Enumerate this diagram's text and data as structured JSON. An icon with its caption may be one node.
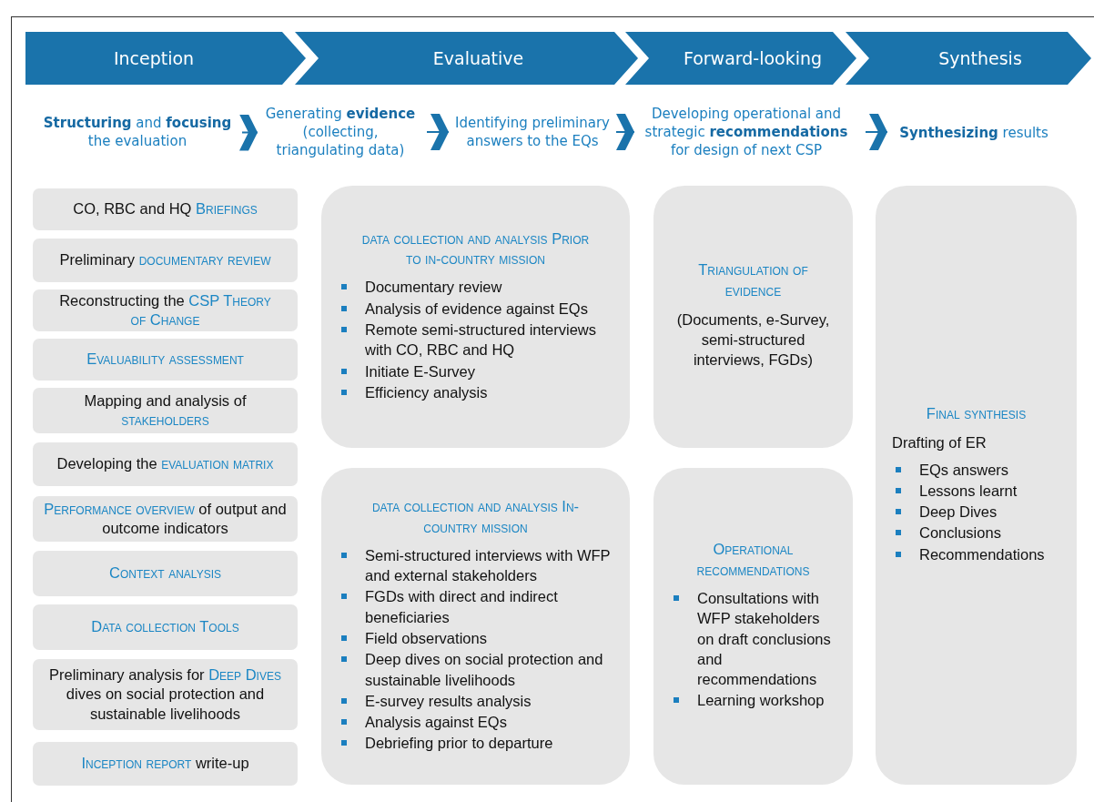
{
  "diagram": {
    "nodes": [
      {
        "text": [
          "Inception"
        ]
      },
      {
        "text": [
          "Evaluative"
        ]
      },
      {
        "text": [
          "Forward-looking"
        ]
      },
      {
        "text": [
          "Synthesis"
        ]
      },
      {
        "text": [
          "**Structuring** and **focusing** the evaluation"
        ]
      },
      {
        "text": [
          "Generating **evidence** (collecting, triangulating data)"
        ]
      },
      {
        "text": [
          "Identifying preliminary answers to the EQs"
        ]
      },
      {
        "text": [
          "Developing operational and strategic **recommendations** for design of next CSP"
        ]
      },
      {
        "text": [
          "**Synthesizing** results"
        ]
      },
      {
        "text": [
          "CO, RBC and HQ **Briefings**"
        ]
      },
      {
        "text": [
          "Preliminary **documentary review**"
        ]
      },
      {
        "text": [
          "Reconstructing the **CSP Theory of Change**"
        ]
      },
      {
        "text": [
          "**Evaluability assessment**"
        ]
      },
      {
        "text": [
          "Mapping and analysis of **stakeholders**"
        ]
      },
      {
        "text": [
          "Developing the **evaluation matrix**"
        ]
      },
      {
        "text": [
          "**Performance overview** of output and outcome indicators"
        ]
      },
      {
        "text": [
          "**Context analysis**"
        ]
      },
      {
        "text": [
          "**Data collection Tools**"
        ]
      },
      {
        "text": [
          "Preliminary analysis for **Deep Dives** dives on social protection and sustainable livelihoods"
        ]
      },
      {
        "text": [
          "**Inception report** write-up"
        ]
      },
      {
        "text": [
          "data collection and analysis Prior to in-country mission",
          "Documentary review",
          "Analysis of evidence against EQs",
          "Remote semi-structured interviews with CO, RBC and HQ",
          "Initiate E-Survey",
          "Efficiency analysis"
        ]
      },
      {
        "text": [
          "data collection and analysis In-country mission",
          "Semi-structured interviews with WFP and external stakeholders",
          "FGDs with direct and indirect beneficiaries",
          "Field observations",
          "Deep dives on social protection and sustainable livelihoods",
          "E-survey results analysis",
          "Analysis against EQs",
          "Debriefing prior to departure"
        ]
      },
      {
        "text": [
          "Triangulation of evidence",
          "(Documents, e-Survey, semi-structured interviews, FGDs)"
        ]
      },
      {
        "text": [
          "Operational recommendations",
          "Consultations with WFP stakeholders on draft conclusions and recommendations",
          "Learning workshop"
        ]
      },
      {
        "text": [
          "Final synthesis",
          "Drafting of ER",
          "EQs answers",
          "Lessons learnt",
          "Deep Dives",
          "Conclusions",
          "Recommendations"
        ]
      }
    ],
    "edges": [
      {
        "from": 4,
        "to": 5,
        "arrow": "to"
      },
      {
        "from": 5,
        "to": 6,
        "arrow": "to"
      },
      {
        "from": 6,
        "to": 7,
        "arrow": "to"
      },
      {
        "from": 7,
        "to": 8,
        "arrow": "to"
      }
    ]
  }
}
